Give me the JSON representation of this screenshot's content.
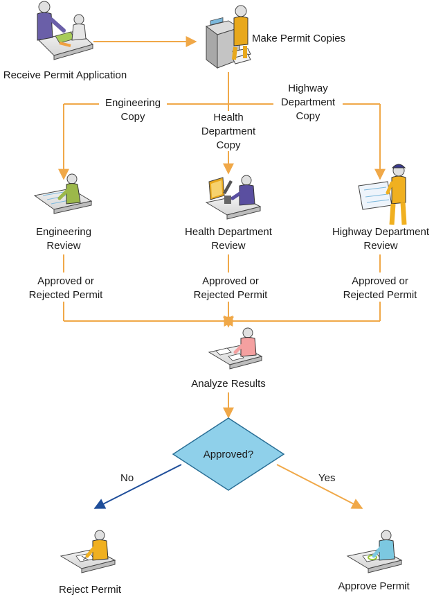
{
  "nodes": {
    "receive": "Receive Permit Application",
    "copies": "Make Permit Copies",
    "eng_review": [
      "Engineering",
      "Review"
    ],
    "health_review": [
      "Health Department",
      "Review"
    ],
    "highway_review": [
      "Highway Department",
      "Review"
    ],
    "analyze": "Analyze Results",
    "decision": "Approved?",
    "reject": "Reject Permit",
    "approve": "Approve Permit"
  },
  "edges": {
    "eng_copy": [
      "Engineering",
      "Copy"
    ],
    "health_copy": [
      "Health",
      "Department",
      "Copy"
    ],
    "highway_copy": [
      "Highway",
      "Department",
      "Copy"
    ],
    "eng_result": [
      "Approved or",
      "Rejected Permit"
    ],
    "health_result": [
      "Approved or",
      "Rejected Permit"
    ],
    "highway_result": [
      "Approved or",
      "Rejected Permit"
    ],
    "no": "No",
    "yes": "Yes"
  },
  "colors": {
    "flow_arrow": "#f0a848",
    "no_arrow": "#1f4e9a",
    "decision_fill": "#8fd0ea",
    "decision_stroke": "#2a6f96",
    "person_receive": "#6a5fa8",
    "person_copies": "#e8a81c",
    "person_eng": "#9cb84a",
    "person_health": "#5a4fa0",
    "person_highway": "#f0b020",
    "person_analyze": "#f4a0a0",
    "person_reject": "#f0b020",
    "person_approve": "#7cc8e0"
  },
  "icons": [
    "desk-meeting-icon",
    "copier-icon",
    "drafting-table-icon",
    "microscope-desk-icon",
    "blueprint-worker-icon",
    "analyst-desk-icon",
    "reject-desk-icon",
    "approve-desk-icon"
  ]
}
